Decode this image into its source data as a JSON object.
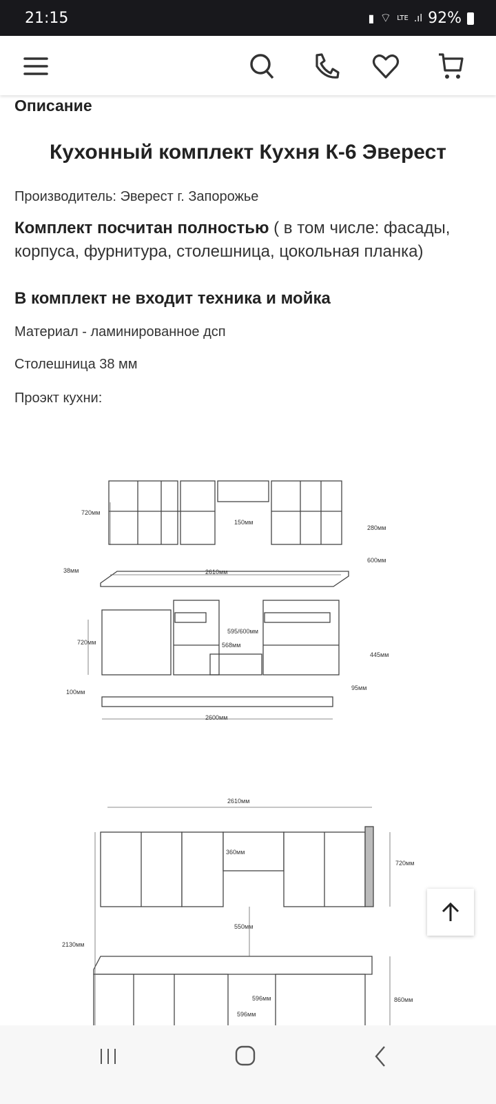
{
  "status": {
    "time": "21:15",
    "battery": "92%",
    "network": "LTE"
  },
  "header": {
    "icons": [
      "menu-icon",
      "search-icon",
      "phone-icon",
      "heart-icon",
      "cart-icon"
    ]
  },
  "section_title": "Описание",
  "product_title": "Кухонный комплект Кухня К-6 Эверест",
  "manufacturer": "Производитель: Эверест г. Запорожье",
  "complete_bold": "Комплект посчитан полностью",
  "complete_rest": " ( в том числе: фасады, корпуса, фурнитура, столешница, цокольная планка)",
  "no_appliances": "В комплект не входит техника и мойка",
  "material": "Материал - ламинированное дсп",
  "countertop": "Столешница 38 мм",
  "project": "Проэкт кухни:",
  "drawing1": {
    "h_upper": "720мм",
    "gap": "150мм",
    "depth_upper": "280мм",
    "top_thick": "38мм",
    "top_len": "2610мм",
    "top_depth": "600мм",
    "h_lower": "720мм",
    "oven_h": "595/600мм",
    "oven_w": "568мм",
    "depth_lower": "445мм",
    "legs": "100мм",
    "plinth_h": "95мм",
    "plinth_len": "2600мм"
  },
  "drawing2": {
    "width": "2610мм",
    "hood_h": "360мм",
    "upper_h": "720мм",
    "gap": "550мм",
    "total_h": "2130мм",
    "lower_h": "860мм",
    "oven_h": "596мм",
    "oven_w": "596мм"
  }
}
